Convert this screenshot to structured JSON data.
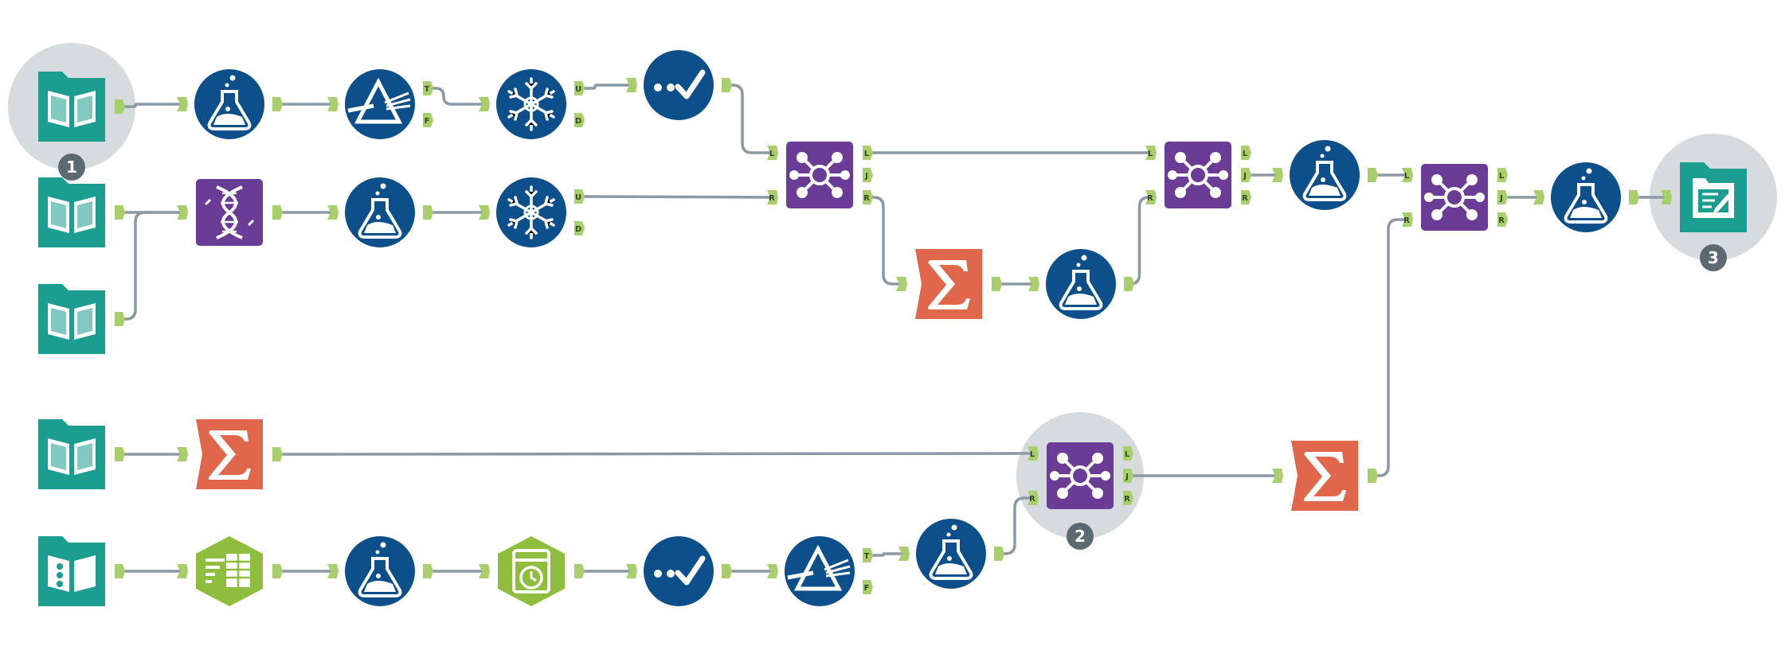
{
  "colors": {
    "connector": "#8a99a3",
    "anchor": "#a9cf6c",
    "anchor_text": "#2f4a1a",
    "input_teal": "#1b9d8f",
    "tool_navy": "#0d4f8b",
    "tool_purple": "#6b3c96",
    "tool_orange": "#e0664c",
    "tool_green": "#8fbe3f",
    "selection_ring": "#d5dbde",
    "badge": "#5d6970"
  },
  "workflow": {
    "tools": [
      {
        "id": "input1",
        "icon": "input-data-icon"
      },
      {
        "id": "formula1",
        "icon": "formula-icon"
      },
      {
        "id": "filter1",
        "icon": "filter-icon",
        "anchors": [
          "T",
          "F"
        ]
      },
      {
        "id": "unique1",
        "icon": "unique-icon",
        "anchors": [
          "U",
          "D"
        ]
      },
      {
        "id": "select1",
        "icon": "select-icon"
      },
      {
        "id": "join1",
        "icon": "join-icon",
        "inputs": [
          "L",
          "R"
        ],
        "anchors": [
          "L",
          "J",
          "R"
        ]
      },
      {
        "id": "join2",
        "icon": "join-icon",
        "inputs": [
          "L",
          "R"
        ],
        "anchors": [
          "L",
          "J",
          "R"
        ]
      },
      {
        "id": "formula5",
        "icon": "formula-icon"
      },
      {
        "id": "join3",
        "icon": "join-icon",
        "inputs": [
          "L",
          "R"
        ],
        "anchors": [
          "L",
          "J",
          "R"
        ]
      },
      {
        "id": "formula6",
        "icon": "formula-icon"
      },
      {
        "id": "output1",
        "icon": "output-data-icon"
      },
      {
        "id": "input2",
        "icon": "input-data-icon"
      },
      {
        "id": "recordid1",
        "icon": "dna-record-id-icon"
      },
      {
        "id": "formula2",
        "icon": "formula-icon"
      },
      {
        "id": "unique2",
        "icon": "unique-icon",
        "anchors": [
          "U",
          "D"
        ]
      },
      {
        "id": "input3",
        "icon": "input-data-icon"
      },
      {
        "id": "summarize1",
        "icon": "summarize-icon"
      },
      {
        "id": "formula4",
        "icon": "formula-icon"
      },
      {
        "id": "input4",
        "icon": "input-data-icon"
      },
      {
        "id": "summarize2",
        "icon": "summarize-icon"
      },
      {
        "id": "join4",
        "icon": "join-icon",
        "inputs": [
          "L",
          "R"
        ],
        "anchors": [
          "L",
          "J",
          "R"
        ]
      },
      {
        "id": "summarize3",
        "icon": "summarize-icon"
      },
      {
        "id": "input5",
        "icon": "directory-input-icon"
      },
      {
        "id": "textinput1",
        "icon": "text-to-columns-icon"
      },
      {
        "id": "formula3",
        "icon": "formula-icon"
      },
      {
        "id": "datetime1",
        "icon": "datetime-icon"
      },
      {
        "id": "select2",
        "icon": "select-icon"
      },
      {
        "id": "filter2",
        "icon": "filter-icon",
        "anchors": [
          "T",
          "F"
        ]
      },
      {
        "id": "formula7",
        "icon": "formula-icon"
      }
    ],
    "badges": [
      {
        "label": "1",
        "tool": "input1"
      },
      {
        "label": "2",
        "tool": "join4"
      },
      {
        "label": "3",
        "tool": "output1"
      }
    ]
  }
}
